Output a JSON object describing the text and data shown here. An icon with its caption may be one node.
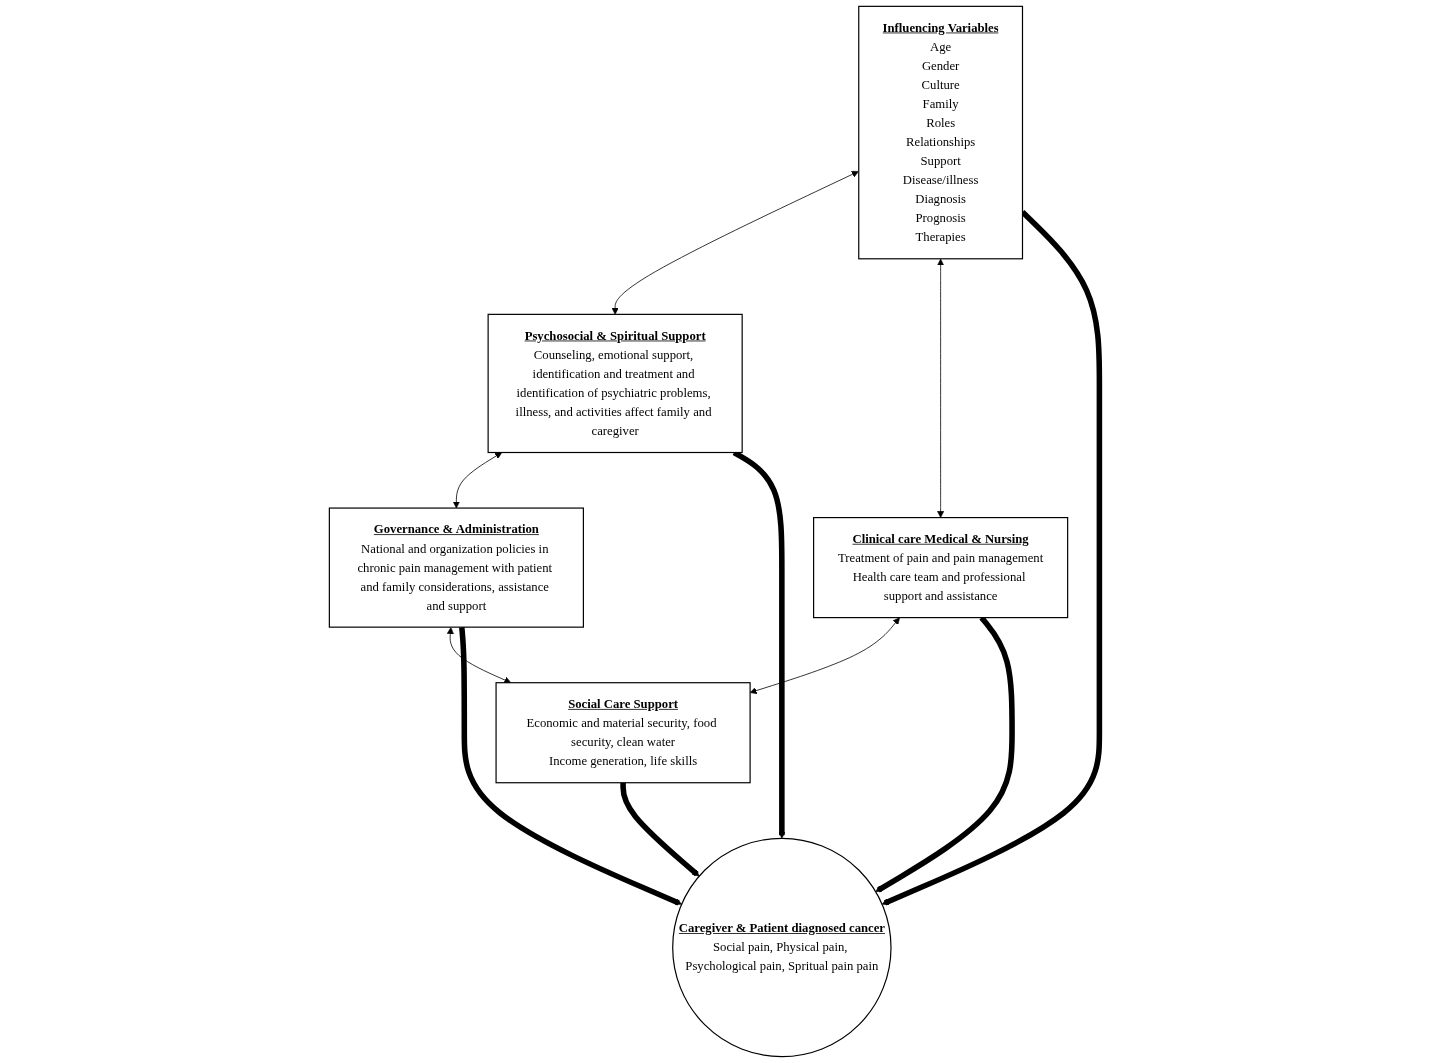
{
  "diagram": {
    "nodes": [
      {
        "text": [
          "Influencing Variables",
          "Age",
          "Gender",
          "Culture",
          "Family",
          "Roles",
          "Relationships",
          "Support",
          "Disease/illness",
          "Diagnosis",
          "Prognosis",
          "Therapies"
        ]
      },
      {
        "text": [
          "Psychosocial & Spiritual Support",
          "Counseling, emotional support, identification and treatment and identification of psychiatric problems, illness, and activities affect family and caregiver"
        ]
      },
      {
        "text": [
          "Governance & Administration",
          "National and organization policies in chronic pain management with patient and family considerations, assistance and support"
        ]
      },
      {
        "text": [
          "Caregiver & Patient diagnosed cancer",
          "Social pain, Physical pain, Psychological pain, Spritual pain pain"
        ]
      },
      {
        "text": [
          "Social Care Support",
          "Economic and material security, food security, clean water",
          "Income generation, life skills"
        ]
      },
      {
        "text": [
          "Clinical care Medical & Nursing",
          "Treatment of pain and pain management",
          "Health care team and professional support and assistance"
        ]
      }
    ],
    "edges": [
      {
        "from": 0,
        "to": 1,
        "arrow": "both"
      },
      {
        "from": 1,
        "to": 2,
        "arrow": "both"
      },
      {
        "from": 2,
        "to": 4,
        "arrow": "both"
      },
      {
        "from": 0,
        "to": 5,
        "arrow": "both"
      },
      {
        "from": 5,
        "to": 4,
        "arrow": "both"
      },
      {
        "from": 1,
        "to": 3,
        "arrow": "to",
        "style": "thick"
      },
      {
        "from": 2,
        "to": 3,
        "arrow": "to",
        "style": "thick"
      },
      {
        "from": 0,
        "to": 3,
        "arrow": "to",
        "style": "thick"
      },
      {
        "from": 5,
        "to": 3,
        "arrow": "to",
        "style": "thick"
      },
      {
        "from": 4,
        "to": 3,
        "arrow": "to",
        "style": "thick"
      }
    ]
  }
}
